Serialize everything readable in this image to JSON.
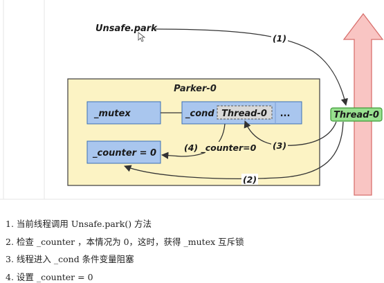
{
  "diagram": {
    "title_call": "Unsafe.park",
    "parker_label": "Parker-0",
    "mutex_label": "_mutex",
    "cond_label": "_cond",
    "cond_thread_label": "Thread-0",
    "cond_more_label": "...",
    "counter_label": "_counter = 0",
    "thread_label": "Thread-0",
    "arrow1_label": "(1)",
    "arrow2_label": "(2)",
    "arrow3_label": "(3)",
    "arrow4_label": "(4) _counter=0",
    "colors": {
      "parker_fill": "#fcf3c4",
      "box_fill": "#a9c6ee",
      "box_border": "#3a6fb5",
      "thread_fill": "#98e08f",
      "thread_border": "#3c9a35",
      "big_arrow_fill": "#f9c5c3",
      "big_arrow_border": "#d8706d",
      "line": "#333333"
    }
  },
  "steps": [
    "1. 当前线程调用 Unsafe.park() 方法",
    "2. 检查 _counter ，本情况为 0，这时，获得 _mutex 互斥锁",
    "3. 线程进入 _cond 条件变量阻塞",
    "4. 设置 _counter = 0"
  ]
}
